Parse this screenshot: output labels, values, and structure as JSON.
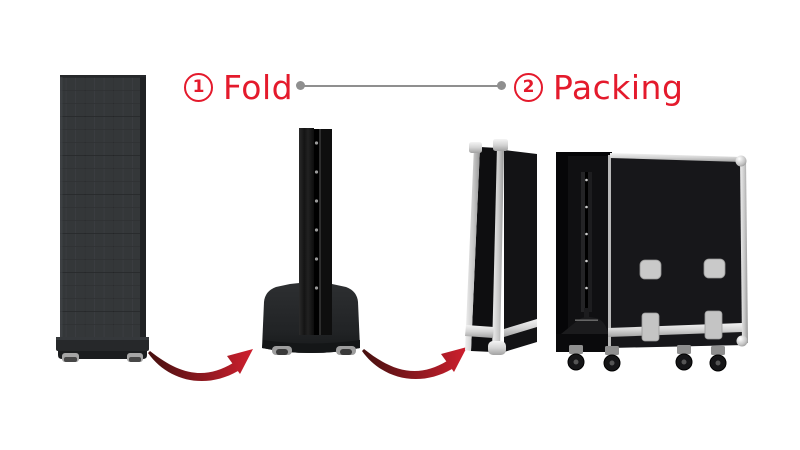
{
  "steps": [
    {
      "number": "1",
      "label": "Fold"
    },
    {
      "number": "2",
      "label": "Packing"
    }
  ],
  "colors": {
    "accent-red": "#e41a2c",
    "connector-gray": "#8f8f8f",
    "arrow-dark": "#45100f",
    "arrow-bright": "#cf1f2e",
    "panel-dark": "#343739",
    "case-black": "#151517",
    "aluminum": "#d9d9d9"
  },
  "icons": {
    "step1_badge": "circled-digit-1",
    "step2_badge": "circled-digit-2",
    "fold_arrow": "curved-red-arrow",
    "packing_arrow": "curved-red-arrow"
  },
  "illustrations": {
    "poster": "led-poster-standing",
    "folded": "led-poster-folded",
    "lid": "flight-case-lid",
    "case": "flight-case-with-folded-poster"
  }
}
